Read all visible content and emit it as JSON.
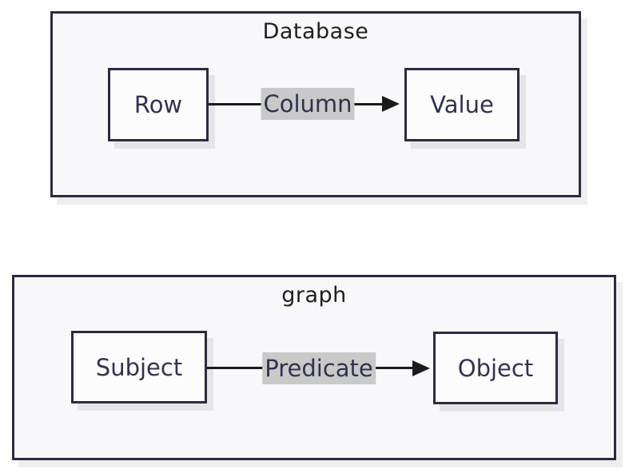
{
  "diagram": {
    "clusters": [
      {
        "title": "Database",
        "source": "Row",
        "edge_label": "Column",
        "target": "Value"
      },
      {
        "title": "graph",
        "source": "Subject",
        "edge_label": "Predicate",
        "target": "Object"
      }
    ],
    "colors": {
      "cluster_fill": "#f8f8fa",
      "border": "#2b2b40",
      "node_fill": "#fcfcfd",
      "node_text": "#32324e",
      "title_text": "#1e1e1e",
      "edge_label_bg": "#c9c9c9",
      "arrow": "#1b1b1b",
      "page_bg": "#ffffff"
    }
  }
}
